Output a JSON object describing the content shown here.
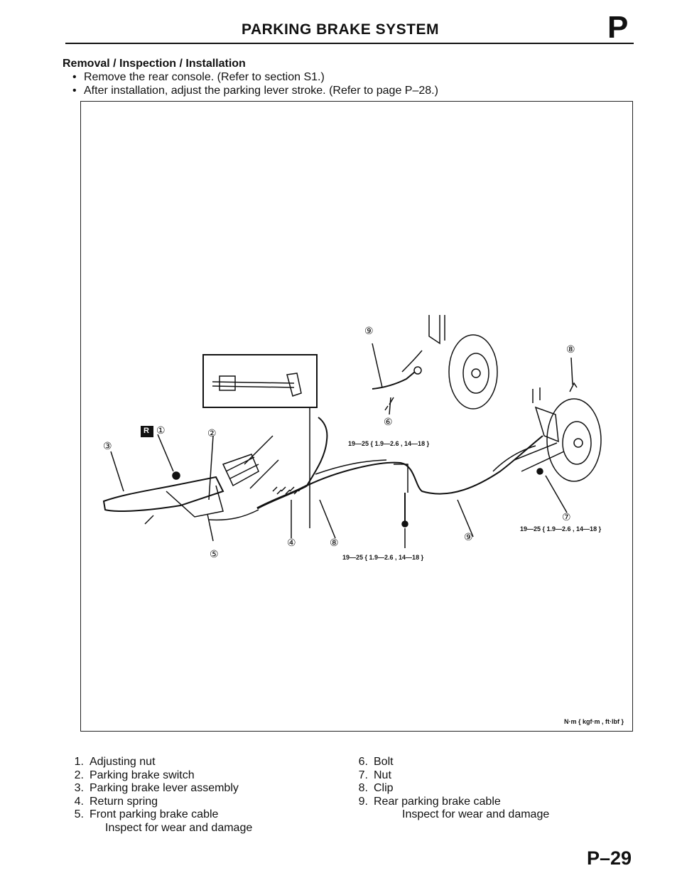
{
  "header": {
    "title": "PARKING BRAKE SYSTEM",
    "section": "P"
  },
  "intro": {
    "heading": "Removal / Inspection / Installation",
    "bullets": [
      "Remove the rear console. (Refer to section S1.)",
      "After installation, adjust the parking lever stroke. (Refer to page P–28.)"
    ]
  },
  "figure": {
    "callouts": [
      "①",
      "②",
      "③",
      "④",
      "⑤",
      "⑥",
      "⑦",
      "⑧",
      "⑧",
      "⑨",
      "⑨"
    ],
    "replace_badge": "R",
    "torques": [
      "19—25 { 1.9—2.6 , 14—18 }",
      "19—25 { 1.9—2.6 , 14—18 }",
      "19—25 { 1.9—2.6 , 14—18 }"
    ],
    "units": "N·m { kgf·m , ft·lbf }"
  },
  "legend": {
    "left": [
      {
        "num": "1.",
        "text": "Adjusting nut"
      },
      {
        "num": "2.",
        "text": "Parking brake switch"
      },
      {
        "num": "3.",
        "text": "Parking brake lever assembly"
      },
      {
        "num": "4.",
        "text": "Return spring"
      },
      {
        "num": "5.",
        "text": "Front parking brake cable"
      }
    ],
    "left_note": "Inspect for wear and damage",
    "right": [
      {
        "num": "6.",
        "text": "Bolt"
      },
      {
        "num": "7.",
        "text": "Nut"
      },
      {
        "num": "8.",
        "text": "Clip"
      },
      {
        "num": "9.",
        "text": "Rear parking brake cable"
      }
    ],
    "right_note": "Inspect for wear and damage"
  },
  "footer": {
    "page": "P–29"
  }
}
